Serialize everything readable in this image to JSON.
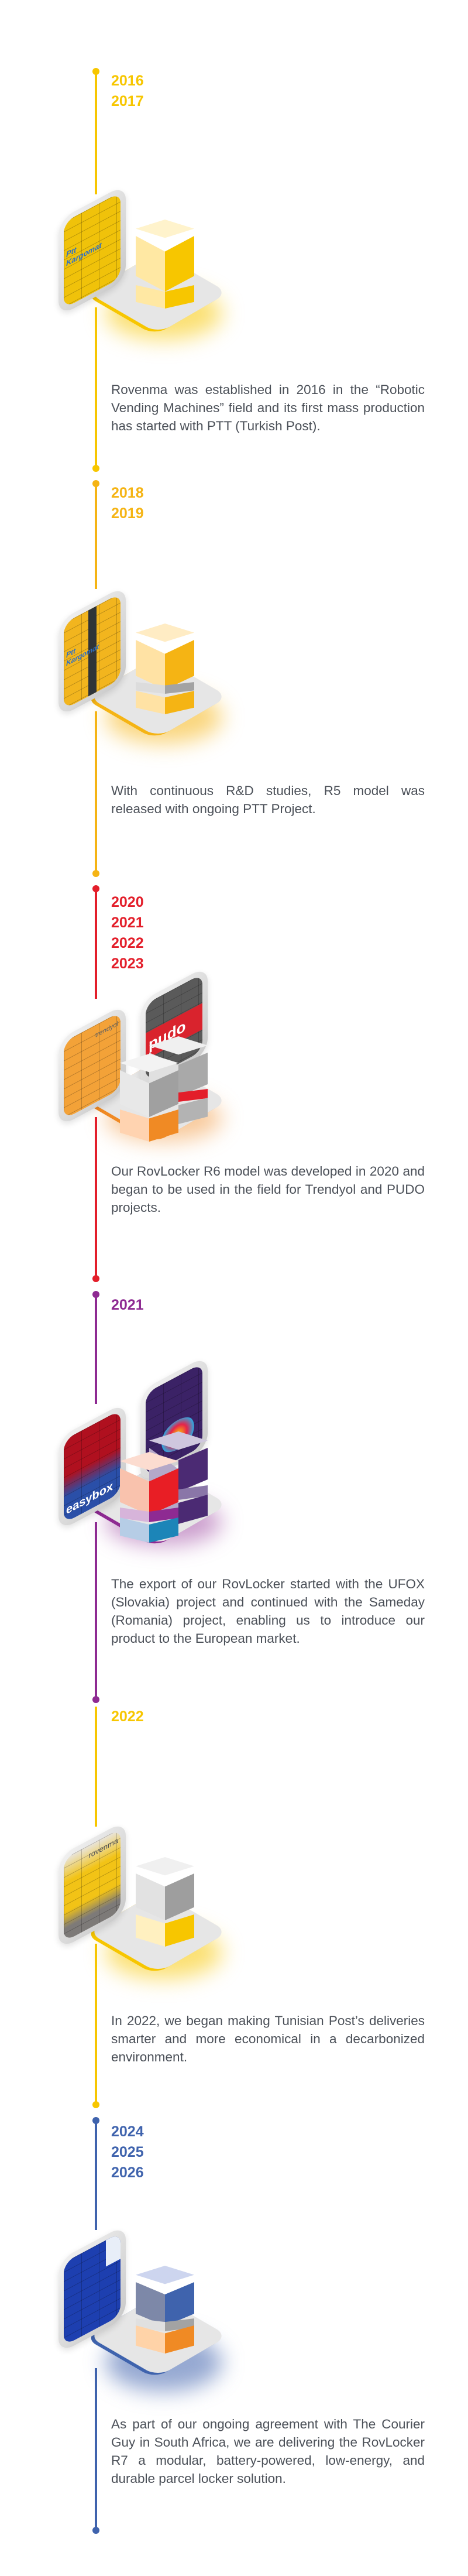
{
  "timeline": [
    {
      "years": [
        "2016",
        "2017"
      ],
      "color": "#f7c600",
      "description": "Rovenma was established in 2016 in the “Robotic Vending Machines” field and its first mass production has started with PTT (Turkish Post).",
      "images": [
        {
          "brand_text": "Ptt Kargomat",
          "theme": "yellow"
        }
      ],
      "cube_colors": {
        "light": "#fff3cc",
        "dark": "#f7c600"
      }
    },
    {
      "years": [
        "2018",
        "2019"
      ],
      "color": "#f5b414",
      "description": "With continuous R&D studies, R5 model was released with ongoing PTT Project.",
      "images": [
        {
          "brand_text": "Ptt Kargomat",
          "theme": "yellow"
        }
      ],
      "cube_colors": {
        "light": "#ffecc4",
        "dark": "#f5b414"
      }
    },
    {
      "years": [
        "2020",
        "2021",
        "2022",
        "2023"
      ],
      "color": "#e31e2a",
      "description": "Our RovLocker R6 model was developed in 2020 and began to be used in the field for Trendyol and PUDO projects.",
      "images": [
        {
          "brand_text": "trendyol",
          "theme": "orange"
        },
        {
          "brand_text": "pudo",
          "theme": "red"
        }
      ],
      "cube_colors": {
        "light": "#ffd3b0",
        "dark": "#f08a24"
      }
    },
    {
      "years": [
        "2021"
      ],
      "color": "#8e2a92",
      "description": "The export of our RovLocker started with the UFOX (Slovakia) project and continued with the Sameday (Romania) project, enabling us to introduce our product to the European market.",
      "images": [
        {
          "brand_text": "easybox",
          "theme": "redblue"
        },
        {
          "brand_text": "",
          "theme": "purple"
        }
      ],
      "cube_colors": {
        "light": "#f9c2ad",
        "dark": "#e81e25"
      }
    },
    {
      "years": [
        "2022"
      ],
      "color": "#f7c600",
      "description": "In 2022, we began making Tunisian Post’s deliveries smarter and more economical in a decarbonized environment.",
      "images": [
        {
          "brand_text": "rovenma",
          "theme": "yellowgrey"
        }
      ],
      "cube_colors": {
        "light": "#fff0c0",
        "dark": "#f7c600"
      }
    },
    {
      "years": [
        "2024",
        "2025",
        "2026"
      ],
      "color": "#3f63ad",
      "description": "As part of our ongoing agreement with The Courier Guy in South Africa, we are delivering the RovLocker R7 a modular, battery-powered, low-energy, and durable parcel locker solution.",
      "images": [
        {
          "brand_text": "",
          "theme": "blue"
        }
      ],
      "cube_colors": {
        "light": "#ffd3a8",
        "dark": "#f08a24"
      }
    }
  ],
  "colors": {
    "text": "#4b5058",
    "platform": "#e6e6e6"
  }
}
